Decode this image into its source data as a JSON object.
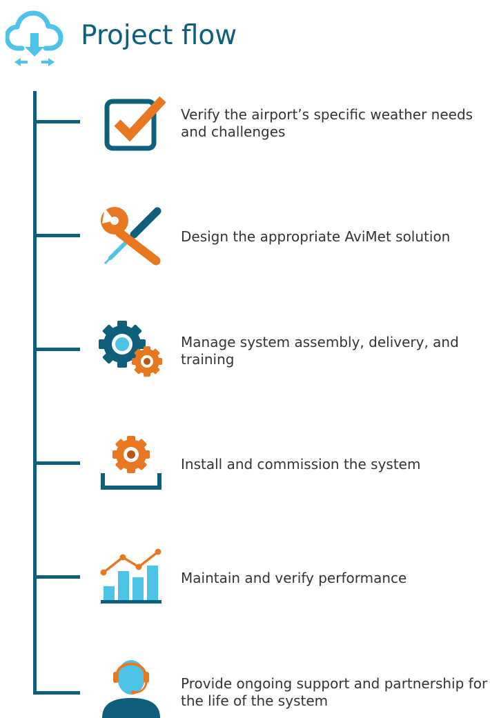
{
  "header": {
    "title": "Project flow",
    "icon": "cloud-download-icon"
  },
  "steps": [
    {
      "text": "Verify the airport’s specific weather needs and challenges",
      "icon": "checkbox-icon"
    },
    {
      "text": "Design the appropriate AviMet solution",
      "icon": "wrench-screwdriver-icon"
    },
    {
      "text": "Manage system assembly, delivery, and training",
      "icon": "gears-icon"
    },
    {
      "text": "Install and commission the system",
      "icon": "install-gear-icon"
    },
    {
      "text": "Maintain and verify performance",
      "icon": "chart-icon"
    },
    {
      "text": "Provide ongoing support and partnership for the life of the system",
      "icon": "support-headset-icon"
    }
  ],
  "colors": {
    "teal": "#0d5f7b",
    "light_blue": "#4dc3e8",
    "orange": "#e87722",
    "text": "#333333"
  }
}
